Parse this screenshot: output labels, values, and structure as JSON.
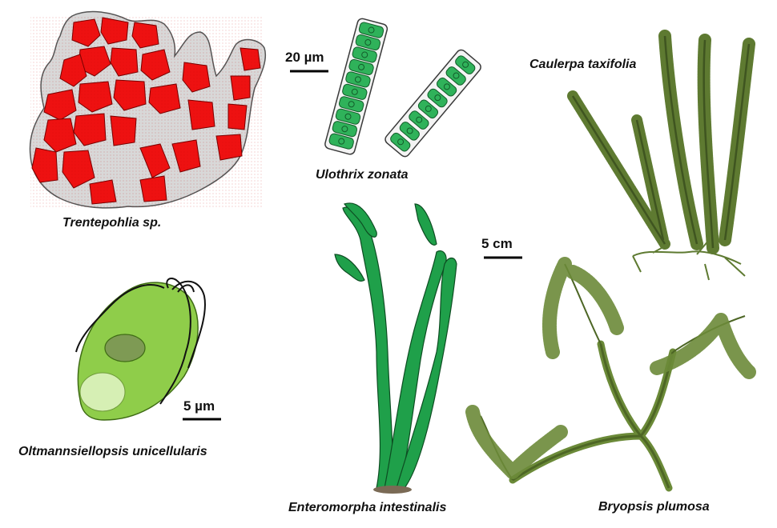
{
  "organisms": {
    "trentepohlia": "Trentepohlia  sp.",
    "ulothrix": "Ulothrix zonata",
    "caulerpa": "Caulerpa taxifolia",
    "oltmannsiellopsis": "Oltmannsiellopsis unicellularis",
    "enteromorpha": "Enteromorpha intestinalis",
    "bryopsis": "Bryopsis plumosa"
  },
  "scale_bars": {
    "ulothrix": "20 µm",
    "oltmannsiellopsis": "5 µm",
    "macroalgae": "5 cm"
  },
  "colors": {
    "background": "#fafafa",
    "trentepohlia_cell": "#ee1111",
    "trentepohlia_sheath": "#d9d9d9",
    "ulothrix_cell": "#2fb25a",
    "caulerpa": "#5e7a31",
    "bryopsis": "#6b8a38",
    "enteromorpha": "#1fa04a",
    "oltmannsiellopsis_body": "#8fcd4a"
  }
}
